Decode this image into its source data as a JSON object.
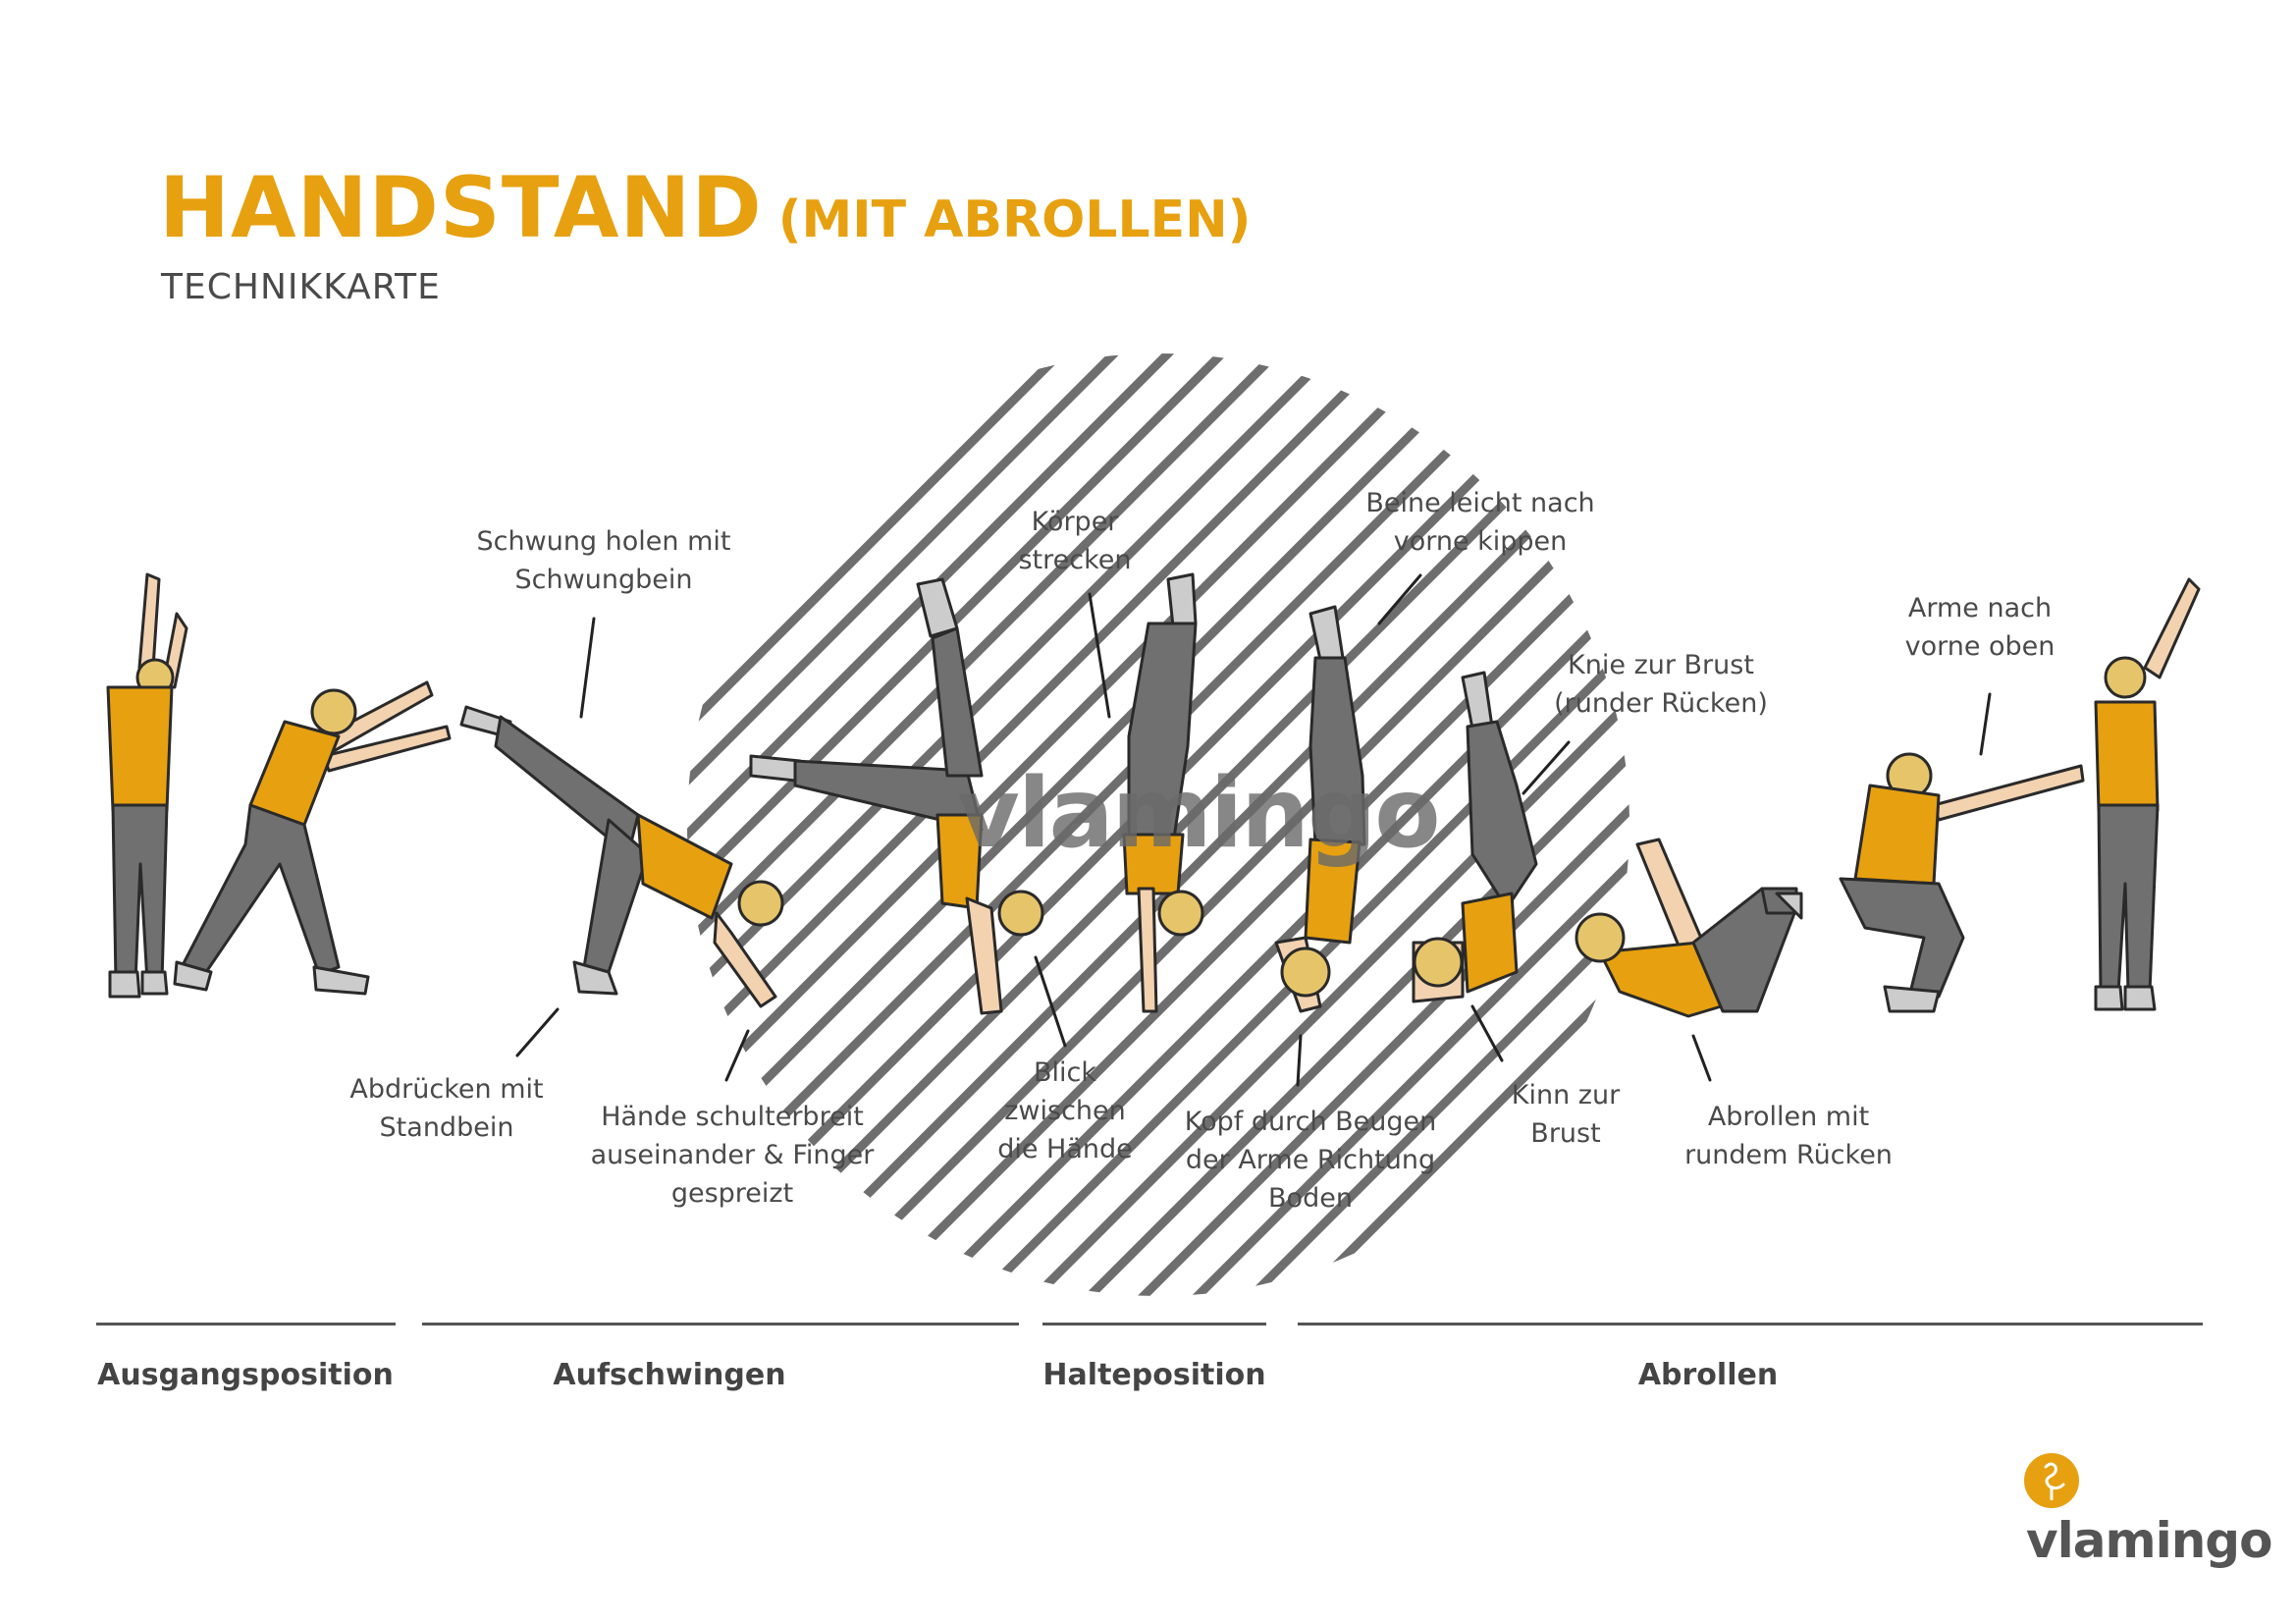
{
  "header": {
    "title": "HANDSTAND",
    "title_suffix": "(MIT ABROLLEN)",
    "subtitle": "TECHNIKKARTE"
  },
  "watermark": "vlamingo",
  "annotations": {
    "schwung": "Schwung holen mit\nSchwungbein",
    "abdruecken": "Abdrücken mit\nStandbein",
    "haende": "Hände schulterbreit\nauseinander & Finger\ngespreizt",
    "koerper": "Körper\nstrecken",
    "blick": "Blick\nzwischen\ndie Hände",
    "beine": "Beine leicht nach\nvorne kippen",
    "kopf": "Kopf durch Beugen\nder Arme Richtung\nBoden",
    "knie": "Knie zur Brust\n(runder Rücken)",
    "kinn": "Kinn zur\nBrust",
    "abrollen": "Abrollen mit\nrundem Rücken",
    "arme": "Arme nach\nvorne oben"
  },
  "phases": [
    "Ausgangsposition",
    "Aufschwingen",
    "Halteposition",
    "Abrollen"
  ],
  "logo": {
    "text": "vlamingo",
    "icon": "flamingo-icon"
  },
  "colors": {
    "accent": "#e7a00f",
    "text": "#4a4a4a",
    "pants": "#707070",
    "skin": "#f3d2b0",
    "hair": "#e6c56a"
  }
}
